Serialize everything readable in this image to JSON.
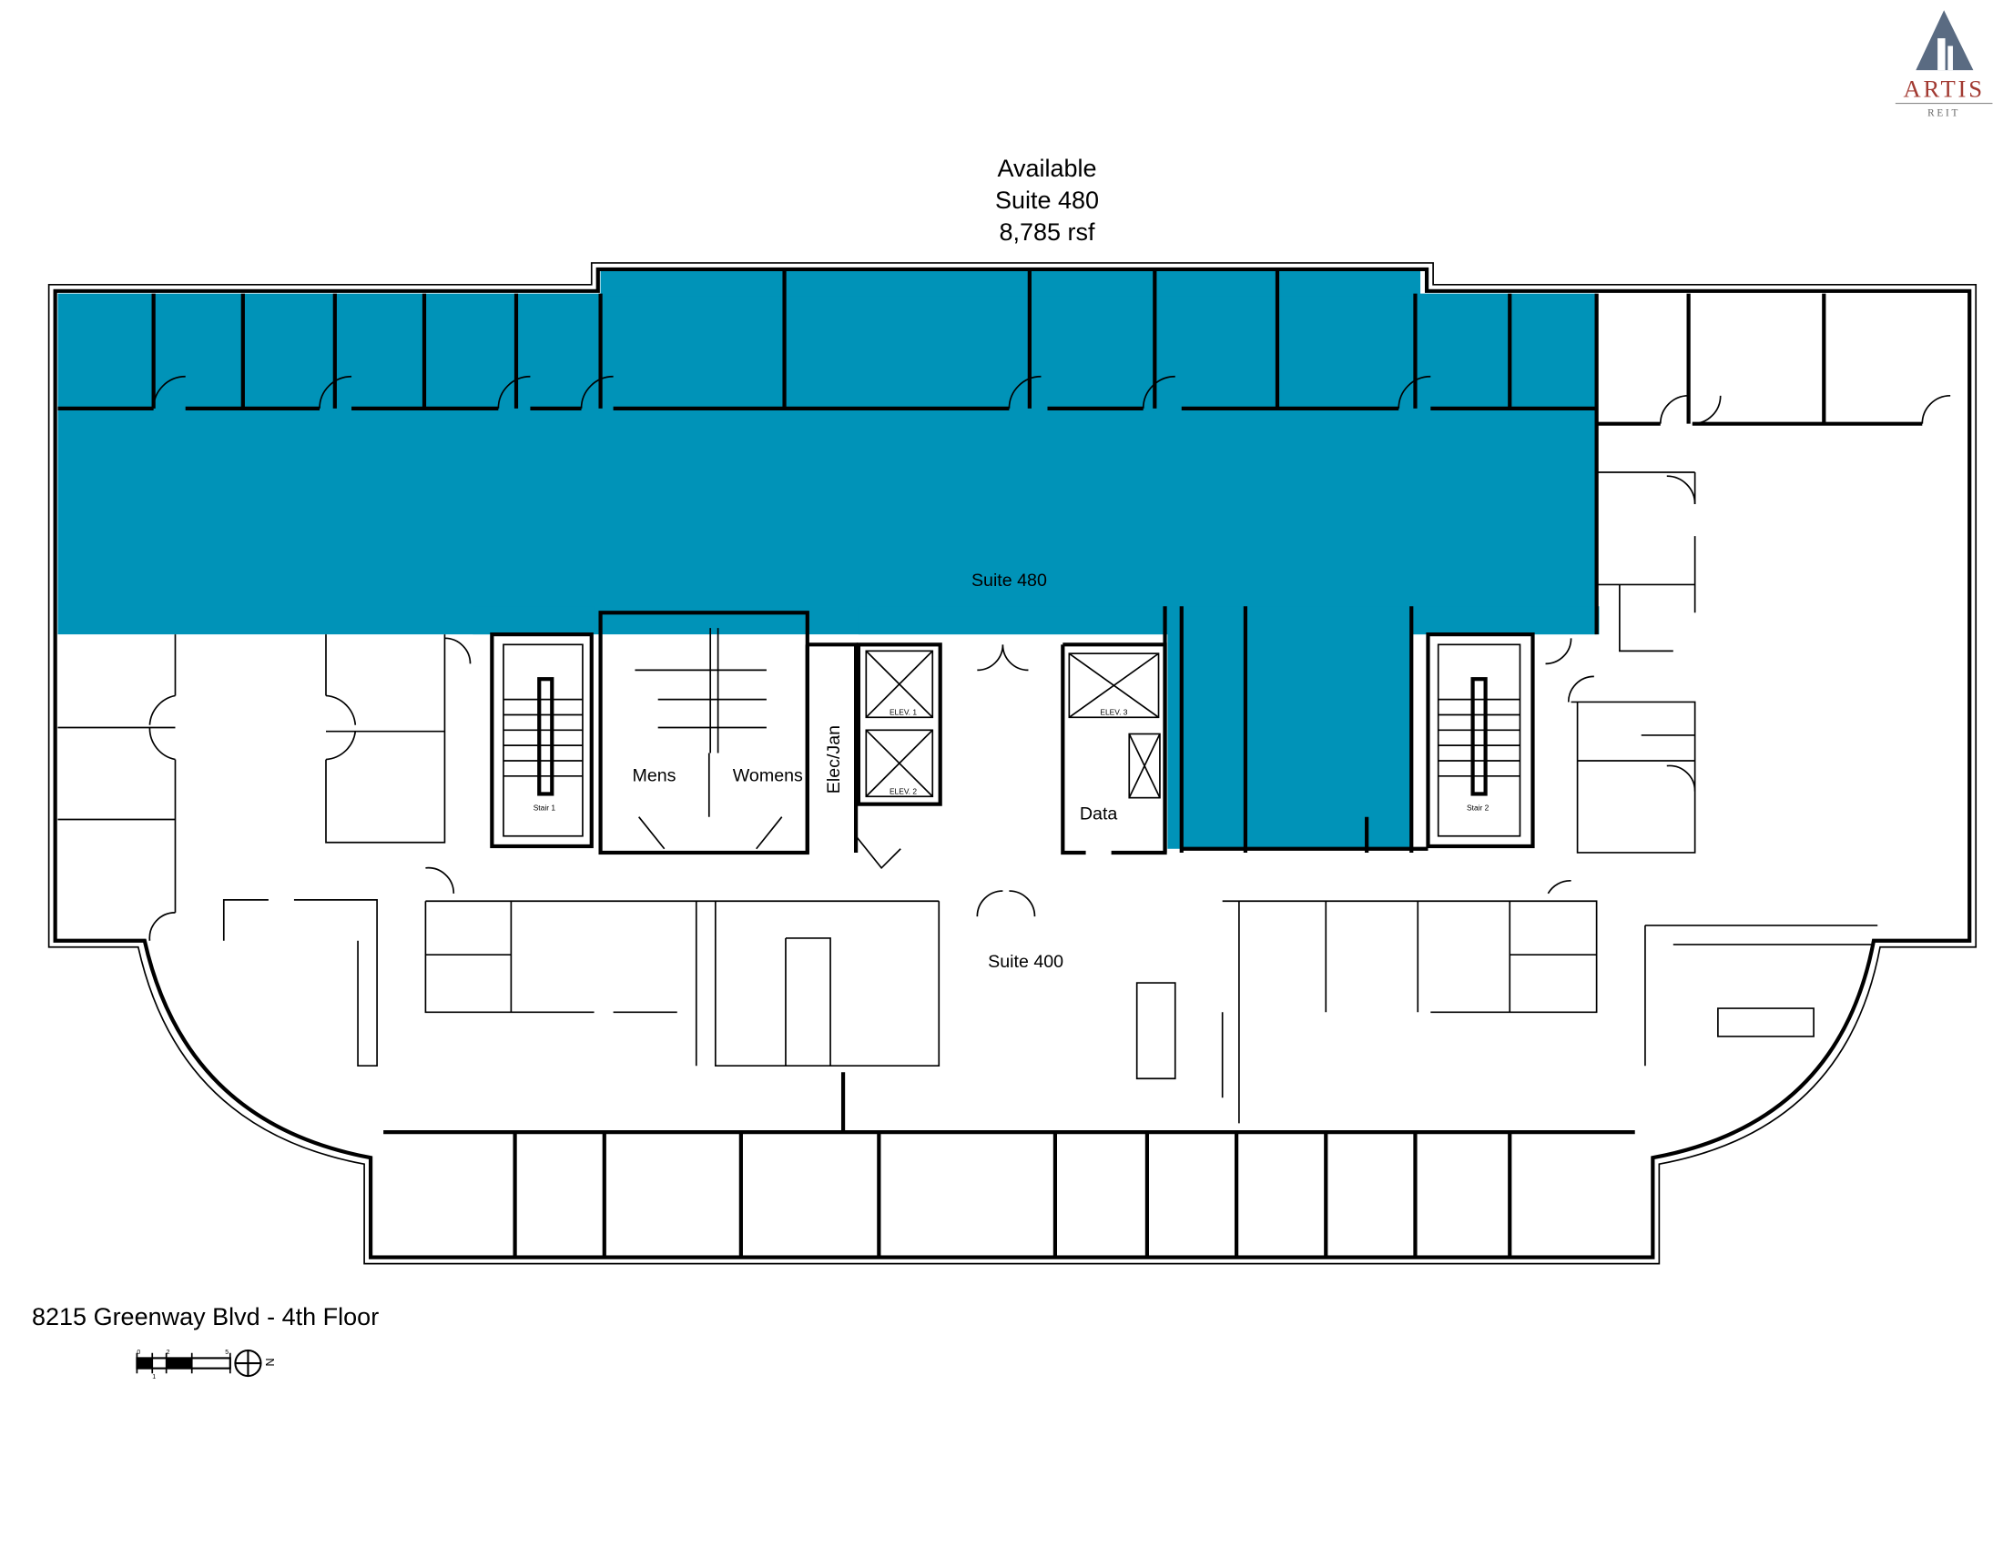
{
  "header": {
    "availability": "Available",
    "suite": "Suite 480",
    "area": "8,785 rsf"
  },
  "logo": {
    "name": "ARTIS",
    "sub": "REIT",
    "color_primary": "#5a6b82",
    "color_text": "#a23a32"
  },
  "plan": {
    "highlight_color": "#0093b8",
    "labels": {
      "suite_480": "Suite 480",
      "suite_400": "Suite 400",
      "mens": "Mens",
      "womens": "Womens",
      "elec_jan": "Elec/Jan",
      "data": "Data",
      "stair_1": "Stair 1",
      "stair_2": "Stair 2",
      "elev_1": "ELEV. 1",
      "elev_2": "ELEV. 2",
      "elev_3": "ELEV. 3"
    }
  },
  "footer": {
    "address": "8215 Greenway Blvd - 4th Floor"
  },
  "scale_bar": {
    "ticks": [
      "0",
      "1",
      "2",
      "5"
    ],
    "north": "N"
  }
}
